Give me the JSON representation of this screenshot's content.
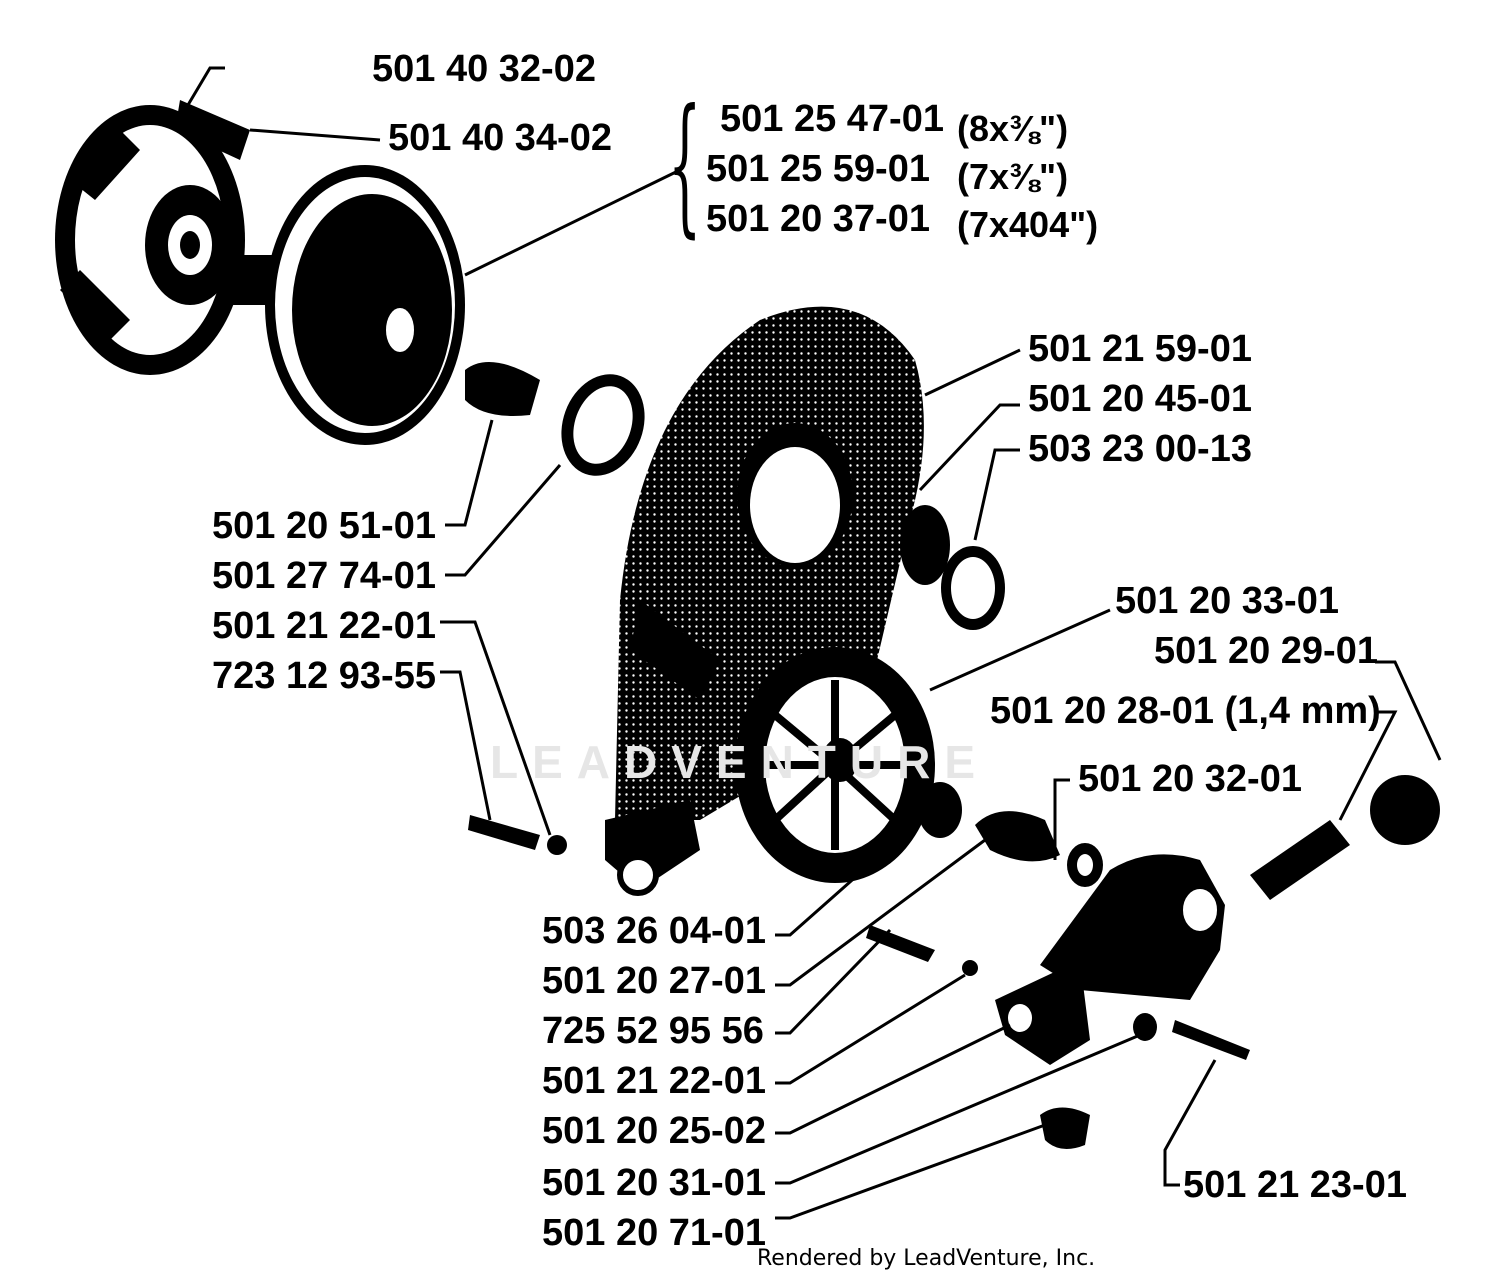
{
  "watermark": "LEADVENTURE",
  "footer": "Rendered by LeadVenture, Inc.",
  "colors": {
    "ink": "#000000",
    "paper": "#ffffff",
    "watermark": "#e6e6e6"
  },
  "labels": {
    "p501403202": "501 40 32-02",
    "p501403402": "501 40 34-02",
    "p501254701": "501 25 47-01",
    "p501255901": "501 25 59-01",
    "p501203701": "501 20 37-01",
    "spec_8x38": "(8x⅜\")",
    "spec_7x38": "(7x⅜\")",
    "spec_7x404": "(7x404\")",
    "p501215901": "501 21 59-01",
    "p501204501": "501 20 45-01",
    "p503230013": "503 23 00-13",
    "p501205101": "501 20 51-01",
    "p501277401": "501 27 74-01",
    "p501212201a": "501 21 22-01",
    "p723129355": "723 12 93-55",
    "p501203301": "501 20 33-01",
    "p501202901": "501 20 29-01",
    "p501202801": "501 20 28-01 (1,4 mm)",
    "p501203201": "501 20 32-01",
    "p503260401": "503 26 04-01",
    "p501202701": "501 20 27-01",
    "p725529556": "725 52 95 56",
    "p501212201b": "501 21 22-01",
    "p501202502": "501 20 25-02",
    "p501203101": "501 20 31-01",
    "p501207101": "501 20 71-01",
    "p501212301": "501 21 23-01"
  }
}
